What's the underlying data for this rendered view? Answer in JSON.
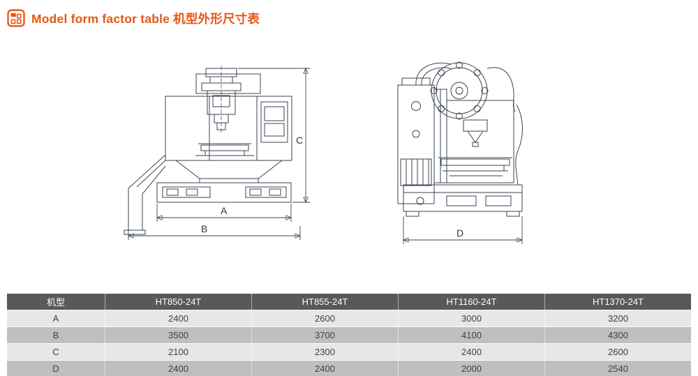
{
  "header": {
    "title": "Model form factor table 机型外形尺寸表",
    "accent_color": "#E95513"
  },
  "drawings": {
    "front_view": {
      "dim_a": "A",
      "dim_b": "B",
      "dim_c": "C"
    },
    "side_view": {
      "dim_d": "D"
    }
  },
  "table": {
    "columns": [
      "机型",
      "HT850-24T",
      "HT855-24T",
      "HT1160-24T",
      "HT1370-24T"
    ],
    "rows": [
      {
        "label": "A",
        "values": [
          "2400",
          "2600",
          "3000",
          "3200"
        ]
      },
      {
        "label": "B",
        "values": [
          "3500",
          "3700",
          "4100",
          "4300"
        ]
      },
      {
        "label": "C",
        "values": [
          "2100",
          "2300",
          "2400",
          "2600"
        ]
      },
      {
        "label": "D",
        "values": [
          "2400",
          "2400",
          "2000",
          "2540"
        ]
      }
    ],
    "colors": {
      "header_bg": "#58595B",
      "row_light": "#E6E7E8",
      "row_dark": "#BDBFC1",
      "header_text": "#FFFFFF",
      "body_text": "#414042"
    }
  }
}
